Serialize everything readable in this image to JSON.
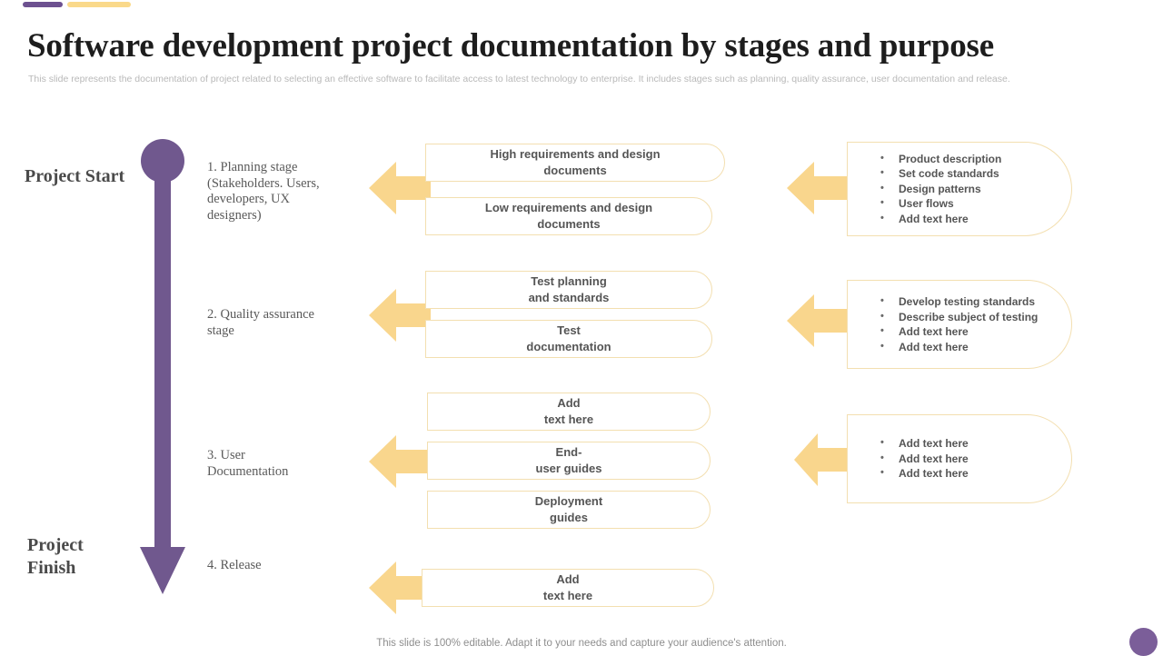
{
  "slide": {
    "title": "Software development project documentation by stages and purpose",
    "subtitle": "This slide represents the documentation of project related to selecting an effective software to facilitate access to latest technology to enterprise. It includes stages such as planning, quality assurance, user documentation and release.",
    "footer_note": "This slide is 100% editable. Adapt it to your needs and capture your audience's attention.",
    "colors": {
      "accent_purple": "#70588e",
      "accent_yellow": "#f9d68d",
      "box_border": "#f3dfb0",
      "title_text": "#1d1d1d",
      "body_text": "#555555"
    }
  },
  "timeline": {
    "start_label": "Project Start",
    "finish_label": "Project\nFinish",
    "finish_label_line1": "Project",
    "finish_label_line2": "Finish"
  },
  "stages": [
    {
      "caption": "1. Planning stage (Stakeholders. Users, developers, UX designers)",
      "documents": [
        {
          "line1": "High requirements and design",
          "line2": "documents"
        },
        {
          "line1": "Low requirements and design",
          "line2": "documents"
        }
      ],
      "purpose_bullets": [
        "Product description",
        "Set code standards",
        "Design patterns",
        "User flows",
        "Add text here"
      ]
    },
    {
      "caption": "2. Quality assurance stage",
      "documents": [
        {
          "line1": "Test planning",
          "line2": "and standards"
        },
        {
          "line1": "Test",
          "line2": "documentation"
        }
      ],
      "purpose_bullets": [
        "Develop testing standards",
        "Describe subject of testing",
        "Add text here",
        "Add text here"
      ]
    },
    {
      "caption": "3. User Documentation",
      "documents": [
        {
          "line1": "Add",
          "line2": "text here"
        },
        {
          "line1": "End-",
          "line2": "user guides"
        },
        {
          "line1": "Deployment",
          "line2": "guides"
        }
      ],
      "purpose_bullets": [
        "Add text here",
        "Add text here",
        "Add text here"
      ]
    },
    {
      "caption": "4. Release",
      "documents": [
        {
          "line1": "Add",
          "line2": "text here"
        }
      ],
      "purpose_bullets": []
    }
  ]
}
